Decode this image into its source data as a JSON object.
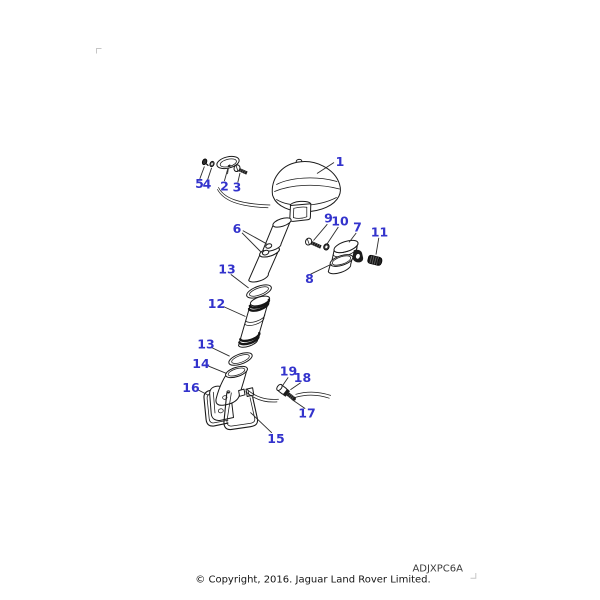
{
  "diagram": {
    "type": "exploded-parts-diagram",
    "callouts": {
      "c1": "1",
      "c2": "2",
      "c3": "3",
      "c4": "4",
      "c5": "5",
      "c6": "6",
      "c7": "7",
      "c8": "8",
      "c9": "9",
      "c10": "10",
      "c11": "11",
      "c12": "12",
      "c13a": "13",
      "c13b": "13",
      "c14": "14",
      "c15": "15",
      "c16": "16",
      "c17": "17",
      "c18": "18",
      "c19": "19"
    },
    "code": "ADJXPC6A",
    "copyright": "© Copyright, 2016. Jaguar Land Rover Limited.",
    "colors": {
      "callout_blue": "#3333cc",
      "line_black": "#1a1a1a",
      "corner_mark_gray": "#c6c6c6"
    }
  }
}
